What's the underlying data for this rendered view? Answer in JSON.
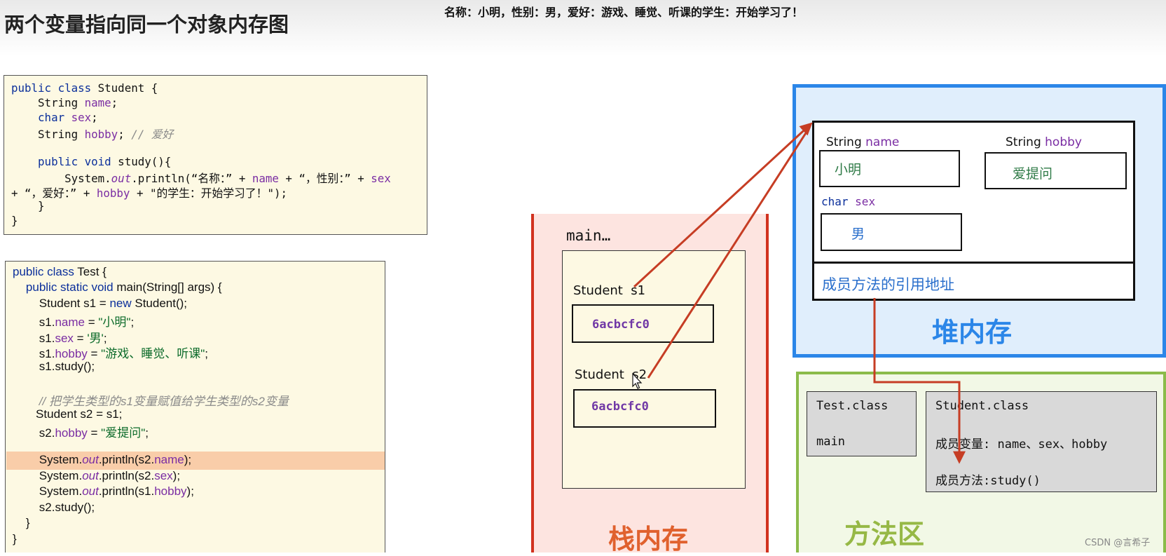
{
  "header": {
    "title": "两个变量指向同一个对象内存图",
    "output": "名称：小明，性别：男，爱好：游戏、睡觉、听课的学生：开始学习了！"
  },
  "code_student": [
    "public class Student {",
    "    String name;",
    "    char sex;",
    "    String hobby; // 爱好",
    "",
    "    public void study(){",
    "        System.out.println(“名称：” + name + “，性别：” + sex",
    "+ “，爱好：” + hobby + \"的学生：开始学习了！\");",
    "    }",
    "}"
  ],
  "code_test": [
    "public class Test {",
    "    public static void main(String[] args) {",
    "        Student s1 = new Student();",
    "        s1.name = \"小明\";",
    "        s1.sex = '男';",
    "        s1.hobby = \"游戏、睡觉、听课\";",
    "        s1.study();",
    "",
    "        // 把学生类型的s1变量赋值给学生类型的s2变量",
    "        Student s2 = s1;",
    "        s2.hobby = \"爱提问\";",
    "",
    "        System.out.println(s2.name);",
    "        System.out.println(s2.sex);",
    "        System.out.println(s1.hobby);",
    "        s2.study();",
    "    }",
    "}"
  ],
  "stack": {
    "label": "栈内存",
    "frame_title": "main…",
    "var1_label": "Student  s1",
    "var1_value": "6acbcfc0",
    "var2_label": "Student  s2",
    "var2_value": "6acbcfc0"
  },
  "heap": {
    "label": "堆内存",
    "name_type": "String",
    "name_field": "name",
    "name_value": "小明",
    "hobby_type": "String",
    "hobby_field": "hobby",
    "hobby_value": "爱提问",
    "sex_type": "char",
    "sex_field": "sex",
    "sex_value": "男",
    "method_ref": "成员方法的引用地址"
  },
  "method_area": {
    "label": "方法区",
    "test_class": "Test.class",
    "test_main": "main",
    "student_class": "Student.class",
    "member_vars": "成员变量: name、sex、hobby",
    "member_methods": "成员方法:study()"
  },
  "watermark": "CSDN @言希子",
  "colors": {
    "arrow": "#c63d24",
    "stack_border": "#d1321f",
    "heap_border": "#2b86e8",
    "method_border": "#8bbb4a"
  }
}
